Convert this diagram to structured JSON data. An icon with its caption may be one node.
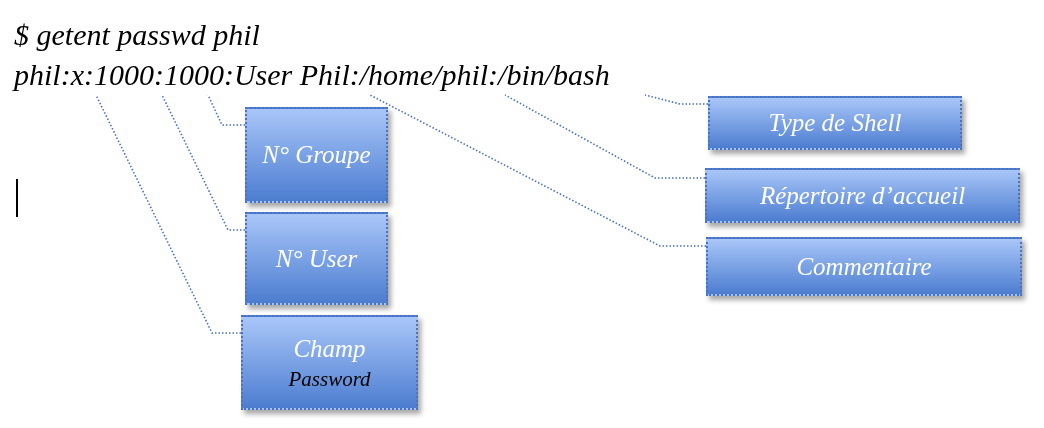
{
  "diagram": {
    "nodes": [
      {
        "text": [
          "phil:x:1000:1000:User Phil:/home/phil:/bin/bash"
        ]
      },
      {
        "text": [
          "N° Groupe"
        ]
      },
      {
        "text": [
          "N° User"
        ]
      },
      {
        "text": [
          "Champ",
          "Password"
        ]
      },
      {
        "text": [
          "Type de Shell"
        ]
      },
      {
        "text": [
          "Répertoire d’accueil"
        ]
      },
      {
        "text": [
          "Commentaire"
        ]
      }
    ],
    "edges": [
      {
        "from": 1,
        "to": 0,
        "arrow": "none"
      },
      {
        "from": 2,
        "to": 0,
        "arrow": "none"
      },
      {
        "from": 3,
        "to": 0,
        "arrow": "none"
      },
      {
        "from": 4,
        "to": 0,
        "arrow": "none"
      },
      {
        "from": 5,
        "to": 0,
        "arrow": "none"
      },
      {
        "from": 6,
        "to": 0,
        "arrow": "none"
      }
    ],
    "labels": [
      "$ getent passwd phil"
    ]
  }
}
